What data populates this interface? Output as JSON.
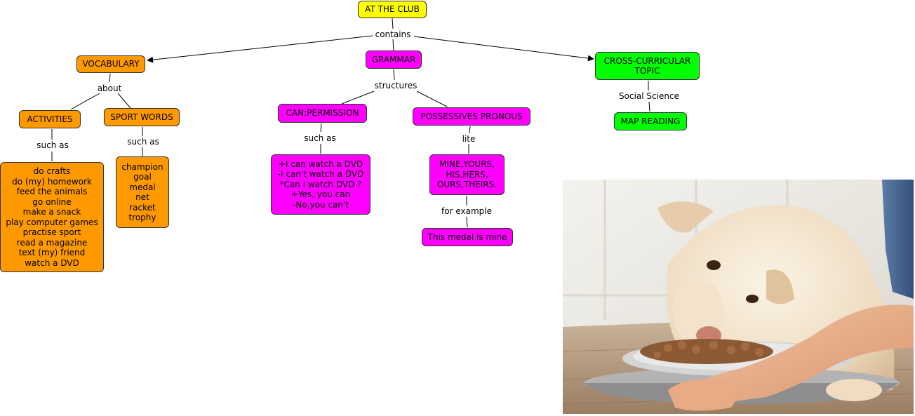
{
  "concept_map": {
    "root": "AT THE CLUB",
    "nodes": {
      "vocabulary": "VOCABULARY",
      "grammar": "GRAMMAR",
      "cross_curricular": "CROSS-CURRICULAR\nTOPIC",
      "activities": "ACTIVITIES",
      "sport_words": "SPORT WORDS",
      "activities_list": "do crafts\ndo (my) homework\nfeed the animals\ngo online\nmake a snack\nplay computer games\npractise sport\nread a magazine\ntext (my) friend\nwatch a DVD",
      "sport_list": "champion\ngoal\nmedal\nnet\nracket\ntrophy",
      "can_permission": "CAN:PERMISSION",
      "possessives": "POSSESSIVES PRONOUS",
      "can_examples": "+I can watch a DVD\n-I can't watch a DVD\n*Can I watch DVD ?\n+Yes, you can\n-No,you can't",
      "pronouns": "MINE,YOURS,\nHIS,HERS,\nOURS,THEIRS.",
      "medal_example": "This medal is mine",
      "map_reading": "MAP READING"
    },
    "links": {
      "contains": "contains",
      "about": "about",
      "structures": "structures",
      "social_science": "Social Science",
      "such_as_activities": "such as",
      "such_as_sport": "such as",
      "such_as_can": "such as",
      "lite": "lite",
      "for_example": "for example"
    },
    "colors": {
      "root": "#ffff00",
      "vocabulary": "#ff9900",
      "grammar": "#ff00ff",
      "cross_curricular": "#00ff00"
    }
  },
  "image": {
    "subject": "dog eating from a food bowl held by a hand"
  }
}
